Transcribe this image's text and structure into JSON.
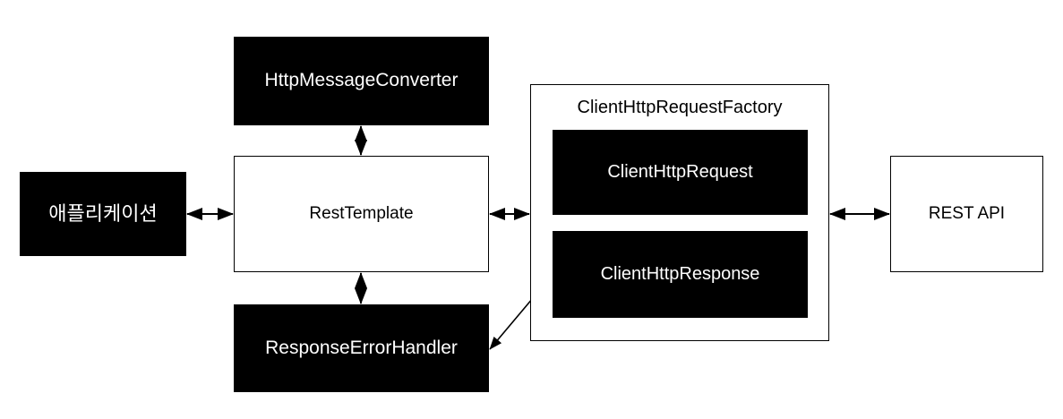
{
  "diagram": {
    "title_present": false,
    "background_color": "#ffffff",
    "filled_color": "#000000",
    "filled_text_color": "#ffffff",
    "outline_color": "#000000",
    "outline_text_color": "#000000",
    "nodes": {
      "application": {
        "label": "애플리케이션",
        "style": "filled"
      },
      "http_message_converter": {
        "label": "HttpMessageConverter",
        "style": "filled"
      },
      "rest_template": {
        "label": "RestTemplate",
        "style": "outline"
      },
      "response_error_handler": {
        "label": "ResponseErrorHandler",
        "style": "filled"
      },
      "client_http_request_factory": {
        "label": "ClientHttpRequestFactory",
        "style": "container"
      },
      "client_http_request": {
        "label": "ClientHttpRequest",
        "style": "filled"
      },
      "client_http_response": {
        "label": "ClientHttpResponse",
        "style": "filled"
      },
      "rest_api": {
        "label": "REST API",
        "style": "outline"
      }
    },
    "edges": [
      {
        "name": "application-to-resttemplate",
        "from": "application",
        "to": "rest_template",
        "arrow": "double",
        "orientation": "horizontal",
        "label": ""
      },
      {
        "name": "resttemplate-to-clienthttprequestfactory",
        "from": "rest_template",
        "to": "client_http_request_factory",
        "arrow": "double",
        "orientation": "horizontal",
        "label": ""
      },
      {
        "name": "clienthttprequestfactory-to-restapi",
        "from": "client_http_request_factory",
        "to": "rest_api",
        "arrow": "double",
        "orientation": "horizontal",
        "label": ""
      },
      {
        "name": "httpmessageconverter-to-resttemplate",
        "from": "http_message_converter",
        "to": "rest_template",
        "arrow": "double",
        "orientation": "vertical",
        "label": ""
      },
      {
        "name": "resttemplate-to-responseerrorhandler",
        "from": "rest_template",
        "to": "response_error_handler",
        "arrow": "double",
        "orientation": "vertical",
        "label": ""
      },
      {
        "name": "responseerrorhandler-to-clienthttpresponse",
        "from": "response_error_handler",
        "to": "client_http_response",
        "arrow": "double",
        "orientation": "diagonal",
        "label": ""
      }
    ]
  }
}
